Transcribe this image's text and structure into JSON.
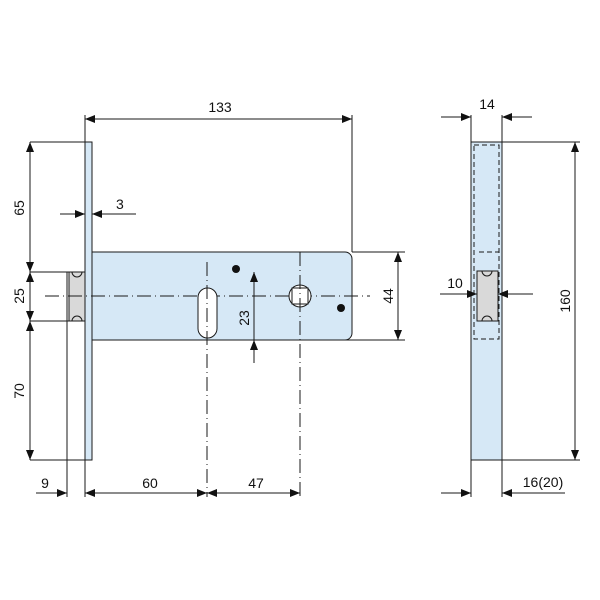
{
  "dimensions": {
    "overall_length": "133",
    "faceplate_thickness": "3",
    "top_offset": "65",
    "bolt_height": "25",
    "bottom_offset": "70",
    "body_height": "44",
    "spindle_offset": "23",
    "backset_left": "9",
    "backset": "60",
    "center_distance": "47",
    "side_width": "14",
    "bolt_width": "10",
    "faceplate_height": "160",
    "faceplate_width": "16(20)"
  },
  "colors": {
    "body": "#d6e8f6",
    "bolt": "#d9d9d9",
    "line": "#1a1a1a"
  }
}
